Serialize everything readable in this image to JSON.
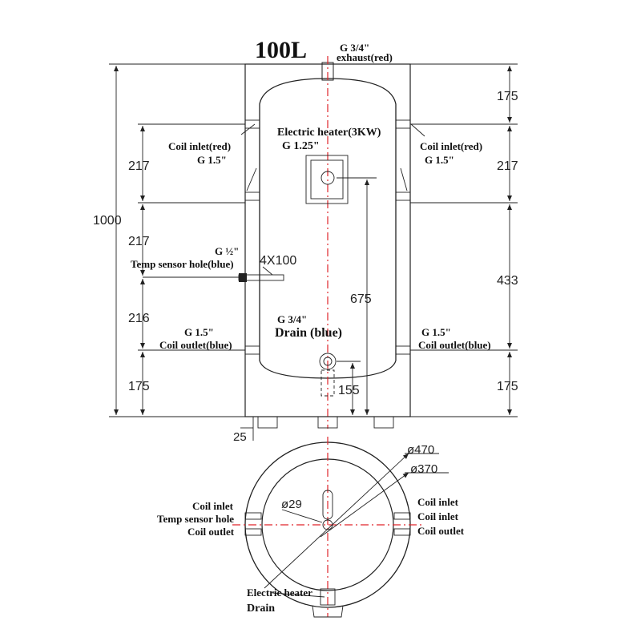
{
  "title": "100L",
  "labels": {
    "exhaust_size": "G 3/4\"",
    "exhaust": "exhaust(red)",
    "heater_name": "Electric heater(3KW)",
    "heater_size": "G 1.25\"",
    "coil_inlet_red_left": "Coil inlet(red)",
    "coil_inlet_size_left": "G 1.5\"",
    "coil_inlet_red_right": "Coil inlet(red)",
    "coil_inlet_size_right": "G 1.5\"",
    "sensor_size": "G ½\"",
    "sensor_name": "Temp sensor hole(blue)",
    "sensor_dim": "4X100",
    "drain_size": "G 3/4\"",
    "drain_name": "Drain (blue)",
    "coil_outlet_size_left": "G 1.5\"",
    "coil_outlet_blue_left": "Coil outlet(blue)",
    "coil_outlet_size_right": "G 1.5\"",
    "coil_outlet_blue_right": "Coil outlet(blue)"
  },
  "dimensions": {
    "total_height": "1000",
    "top": "175",
    "left_coil_spacing": "217",
    "left_mid": "217",
    "left_low": "216",
    "left_bottom": "175",
    "right_coil_spacing": "217",
    "right_mid": "433",
    "right_bottom": "175",
    "heater_height": "675",
    "drain_height": "155",
    "foot": "25"
  },
  "plan": {
    "outer_dia": "ø470",
    "inner_dia": "ø370",
    "hole_dia": "ø29",
    "left_coil_inlet": "Coil inlet",
    "left_sensor": "Temp sensor hole",
    "left_coil_outlet": "Coil outlet",
    "right_coil_inlet_1": "Coil inlet",
    "right_coil_inlet_2": "Coil inlet",
    "right_coil_outlet": "Coil outlet",
    "heater": "Electric heater",
    "drain": "Drain"
  },
  "colors": {
    "centerline": "#e0242a",
    "ink": "#222222"
  }
}
